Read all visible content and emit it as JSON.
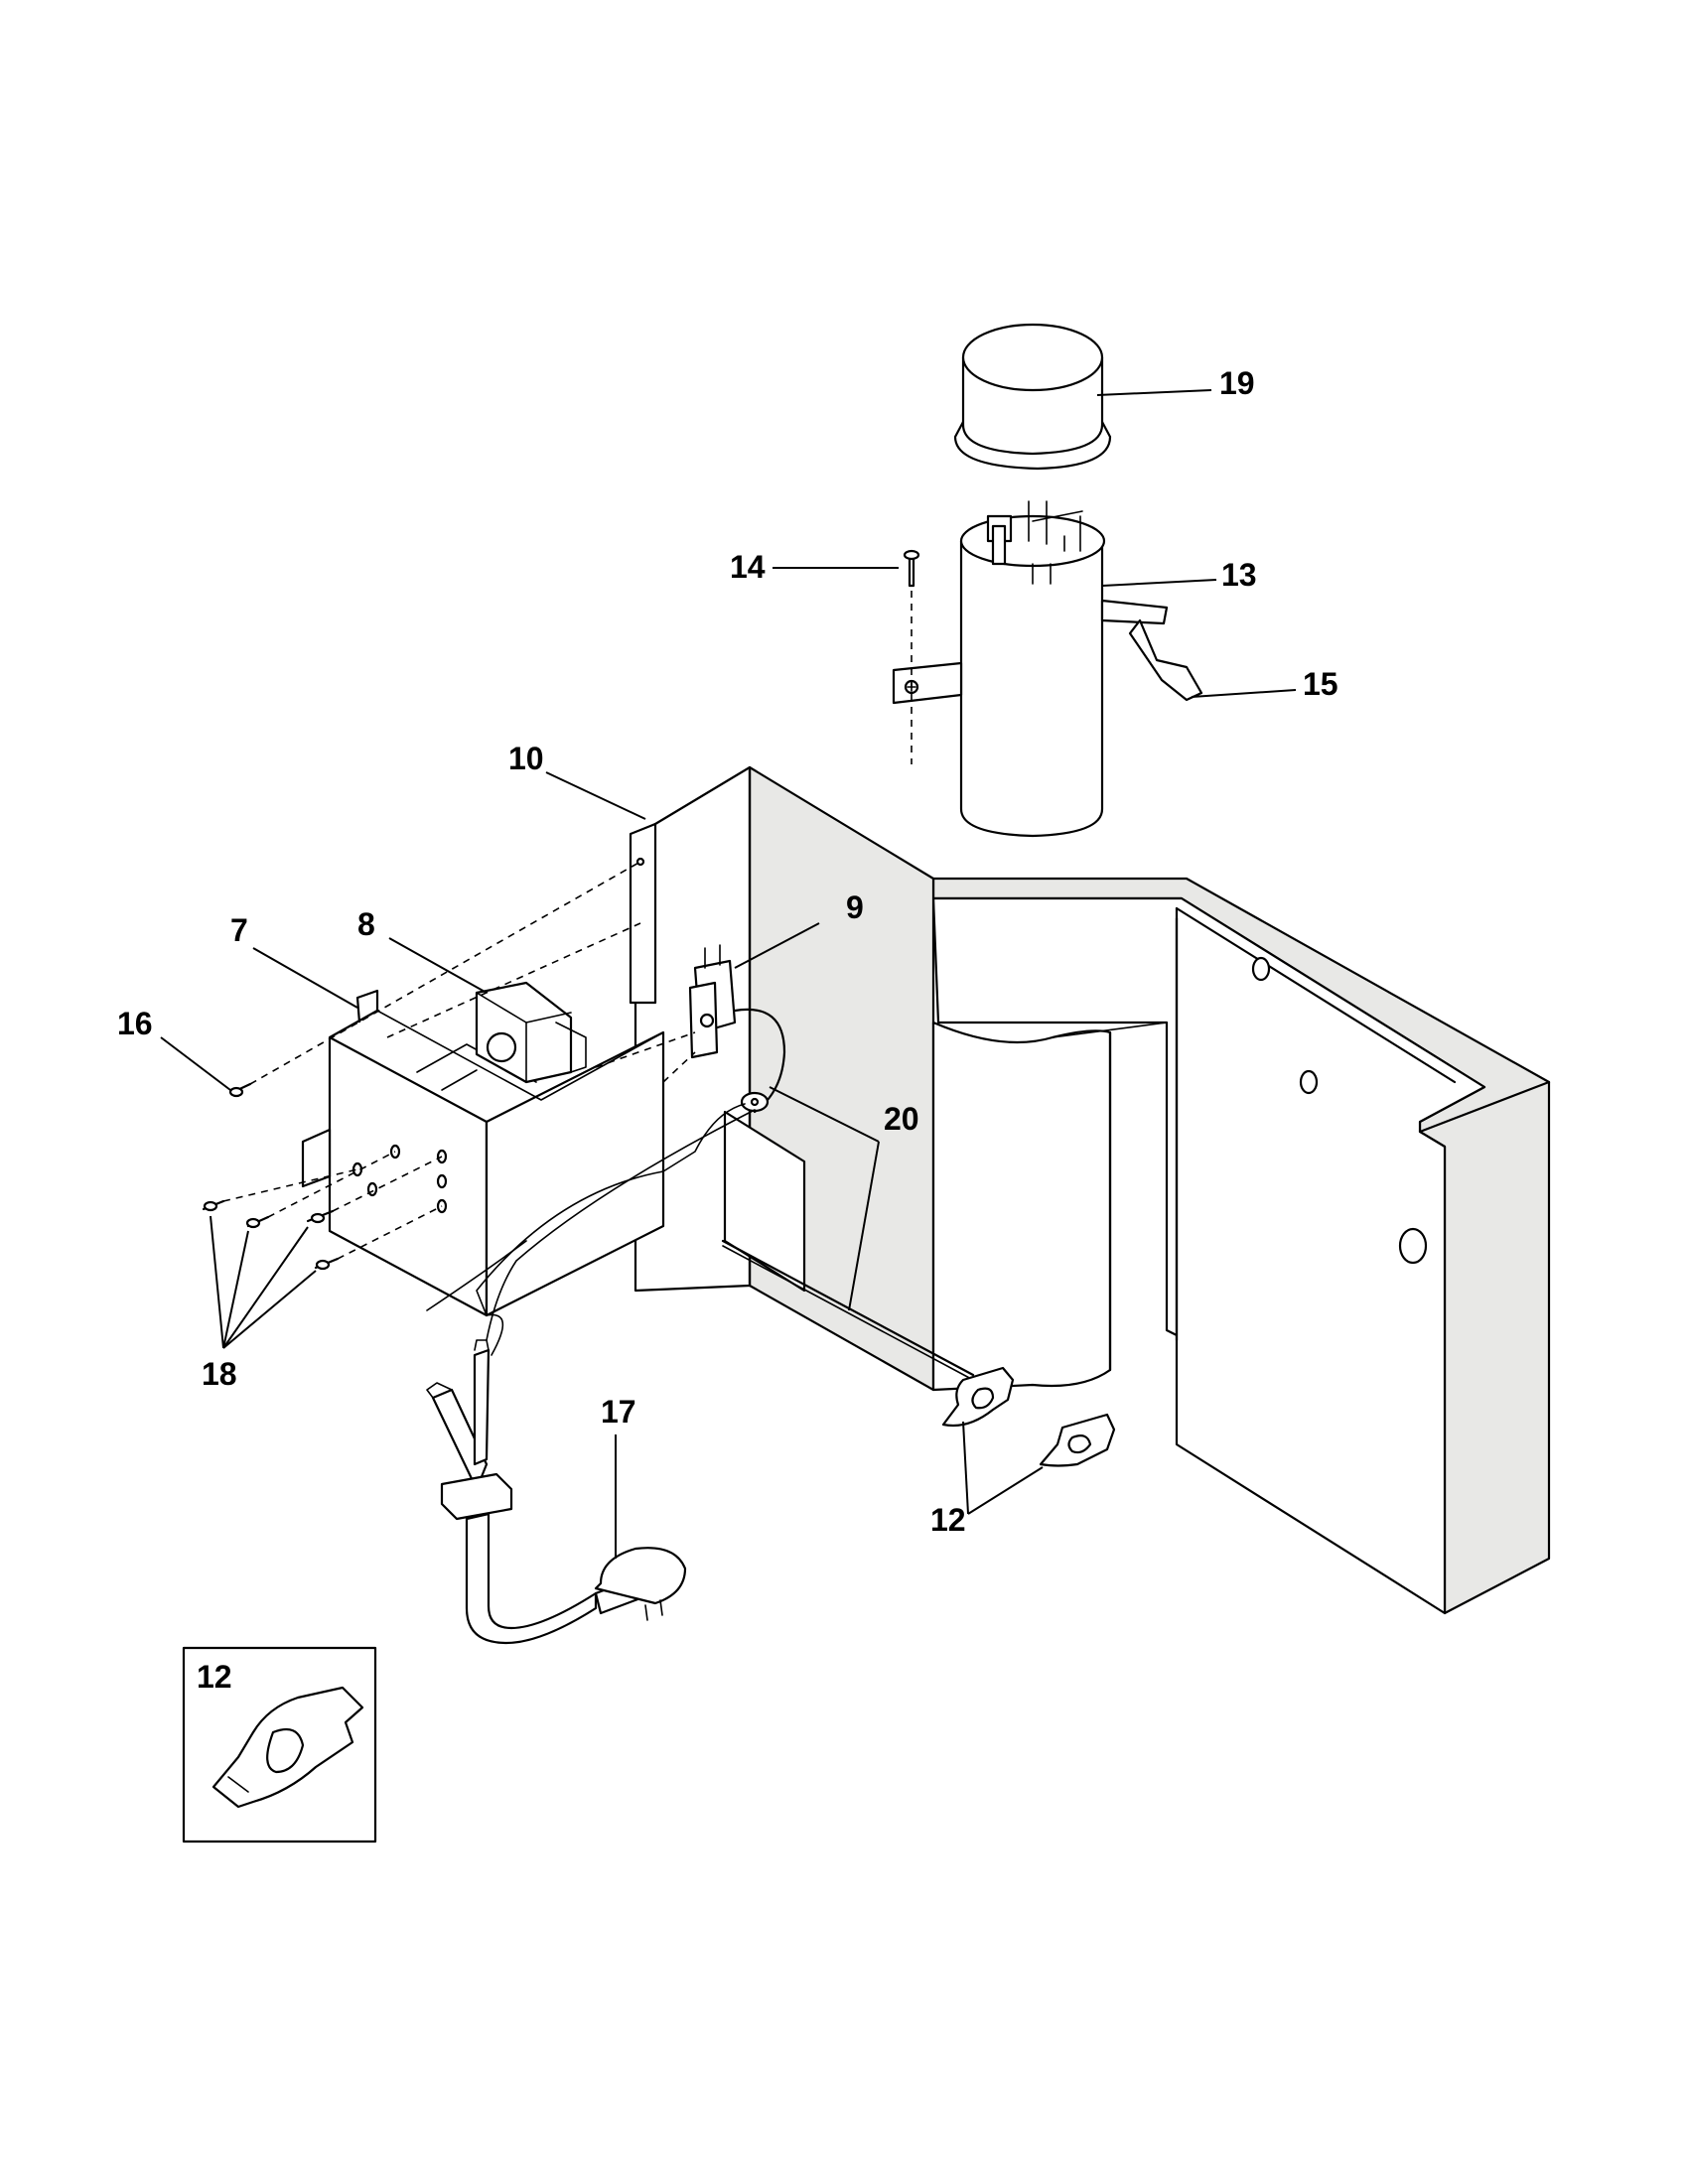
{
  "callouts": {
    "c19": "19",
    "c14": "14",
    "c13": "13",
    "c15": "15",
    "c10": "10",
    "c9": "9",
    "c8": "8",
    "c7": "7",
    "c16": "16",
    "c20": "20",
    "c18": "18",
    "c17": "17",
    "c12": "12",
    "inset12": "12"
  }
}
